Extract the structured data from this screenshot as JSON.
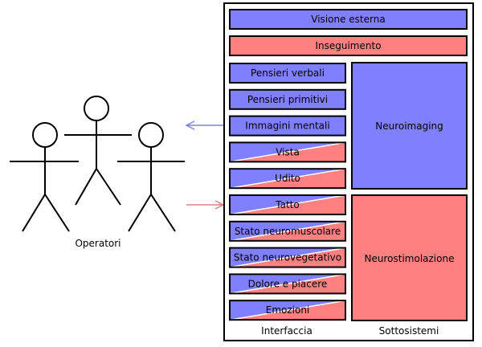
{
  "operators_label": "Operatori",
  "footer": {
    "left": "Interfaccia",
    "right": "Sottosistemi"
  },
  "colors": {
    "blue": "#8080ff",
    "red": "#ff8080",
    "arrow_blue": "#8080e0",
    "arrow_red": "#e08080"
  },
  "top_bars": [
    {
      "label": "Visione esterna",
      "color": "blue"
    },
    {
      "label": "Inseguimento",
      "color": "red"
    }
  ],
  "interface_items": [
    {
      "label": "Pensieri verbali",
      "fill": "blue"
    },
    {
      "label": "Pensieri primitivi",
      "fill": "blue"
    },
    {
      "label": "Immagini mentali",
      "fill": "blue"
    },
    {
      "label": "Vista",
      "fill": "split"
    },
    {
      "label": "Udito",
      "fill": "split"
    },
    {
      "label": "Tatto",
      "fill": "split"
    },
    {
      "label": "Stato neuromuscolare",
      "fill": "split"
    },
    {
      "label": "Stato neurovegetativo",
      "fill": "split"
    },
    {
      "label": "Dolore e piacere",
      "fill": "split"
    },
    {
      "label": "Emozioni",
      "fill": "split"
    }
  ],
  "subsystems": [
    {
      "label": "Neuroimaging",
      "color": "blue"
    },
    {
      "label": "Neurostimolazione",
      "color": "red"
    }
  ]
}
